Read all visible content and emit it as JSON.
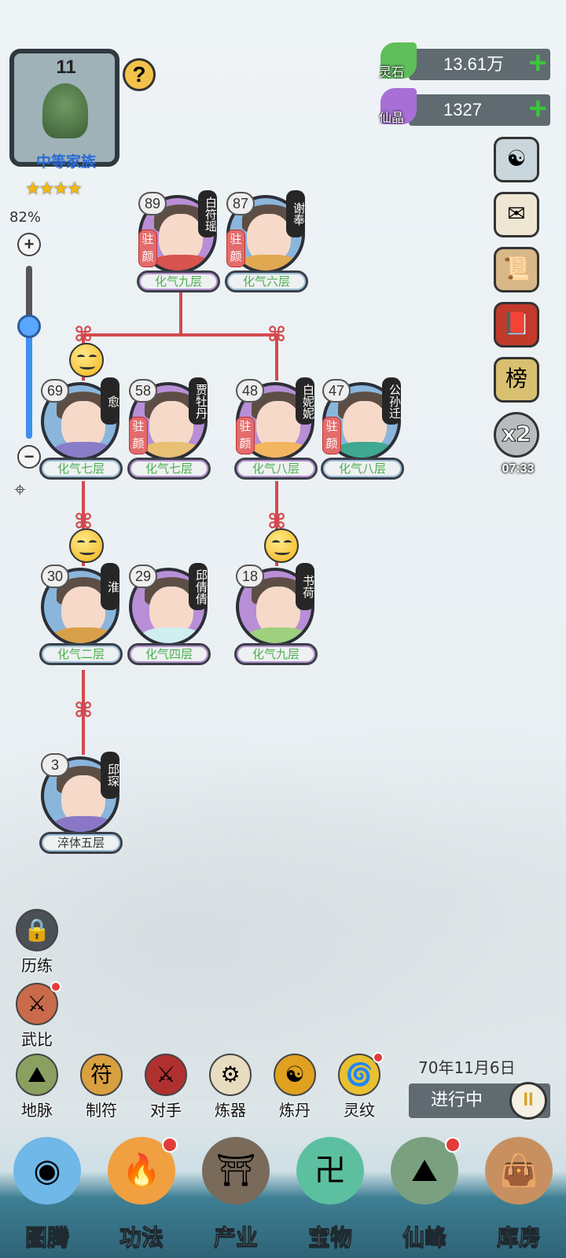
{
  "clan": {
    "level": "11",
    "rank": "中等家族",
    "stars": "★★★★",
    "help": "?"
  },
  "zoom": {
    "percent": "82%",
    "plus": "+",
    "minus": "−",
    "value": 0.82
  },
  "resources": [
    {
      "label": "灵石",
      "value": "13.61万",
      "icon": "spirit-stone-icon",
      "color": "#5fbf5a"
    },
    {
      "label": "仙晶",
      "value": "1327",
      "icon": "immortal-crystal-icon",
      "color": "#a86fd6"
    }
  ],
  "plus": "+",
  "side_buttons": [
    {
      "icon": "yin-yang-gear-icon",
      "glyph": "☯"
    },
    {
      "icon": "letters-icon",
      "glyph": "✉"
    },
    {
      "icon": "scroll-icon",
      "glyph": "📜"
    },
    {
      "icon": "red-book-icon",
      "glyph": "📕"
    },
    {
      "icon": "ranking-banner-icon",
      "glyph": "榜"
    },
    {
      "icon": "speed-boost-icon",
      "glyph": "x2"
    }
  ],
  "speed_timer": "07:33",
  "members": [
    {
      "age": "89",
      "name": "白符瑶",
      "tag": "驻颜",
      "realm": "化气九层",
      "gender": "f"
    },
    {
      "age": "87",
      "name": "谢奉",
      "tag": "驻颜",
      "realm": "化气六层",
      "gender": "m"
    },
    {
      "age": "69",
      "name": "愈",
      "tag": "",
      "realm": "化气七层",
      "gender": "m",
      "emoji": true
    },
    {
      "age": "58",
      "name": "贾牡丹",
      "tag": "驻颜",
      "realm": "化气七层",
      "gender": "f"
    },
    {
      "age": "48",
      "name": "白妮妮",
      "tag": "驻颜",
      "realm": "化气八层",
      "gender": "f"
    },
    {
      "age": "47",
      "name": "公孙迁",
      "tag": "驻颜",
      "realm": "化气八层",
      "gender": "m"
    },
    {
      "age": "30",
      "name": "淮",
      "tag": "",
      "realm": "化气二层",
      "gender": "m",
      "emoji": true
    },
    {
      "age": "29",
      "name": "邱倩倩",
      "tag": "",
      "realm": "化气四层",
      "gender": "f"
    },
    {
      "age": "18",
      "name": "书荷",
      "tag": "",
      "realm": "化气九层",
      "gender": "f",
      "emoji": true
    },
    {
      "age": "3",
      "name": "邱琛",
      "tag": "",
      "realm": "淬体五层",
      "gender": "m",
      "gray": true
    }
  ],
  "activities": [
    {
      "label": "历练",
      "icon": "lock-icon",
      "locked": true
    },
    {
      "label": "武比",
      "icon": "sword-icon",
      "dot": true
    }
  ],
  "crafts": [
    {
      "label": "地脉",
      "icon": "earth-vein-icon"
    },
    {
      "label": "制符",
      "icon": "talisman-icon"
    },
    {
      "label": "对手",
      "icon": "rival-icon"
    },
    {
      "label": "炼器",
      "icon": "forge-icon"
    },
    {
      "label": "炼丹",
      "icon": "alchemy-furnace-icon"
    },
    {
      "label": "灵纹",
      "icon": "spirit-pattern-icon",
      "dot": true
    }
  ],
  "date": "70年11月6日",
  "status": "进行中",
  "pause": "II",
  "nav": [
    {
      "label": "图腾",
      "icon": "totem-icon"
    },
    {
      "label": "功法",
      "icon": "technique-icon",
      "dot": true
    },
    {
      "label": "产业",
      "icon": "industry-icon"
    },
    {
      "label": "宝物",
      "icon": "treasure-icon"
    },
    {
      "label": "仙峰",
      "icon": "peak-icon",
      "dot": true
    },
    {
      "label": "库房",
      "icon": "storage-icon"
    }
  ]
}
